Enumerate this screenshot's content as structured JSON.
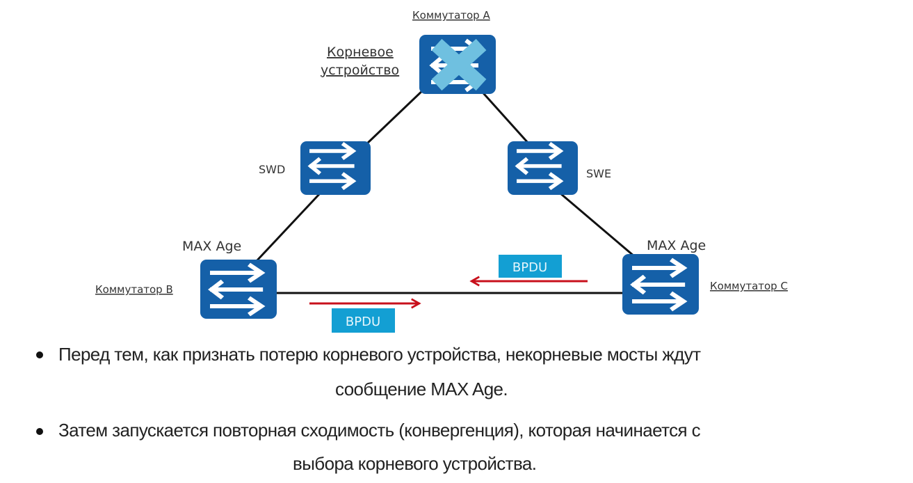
{
  "diagram": {
    "switches": {
      "a": {
        "name": "Коммутатор A",
        "role_label_line1": "Корневое",
        "role_label_line2": "устройство",
        "status": "failed",
        "icon": "switch-icon"
      },
      "swd": {
        "name": "SWD",
        "icon": "switch-icon"
      },
      "swe": {
        "name": "SWE",
        "icon": "switch-icon"
      },
      "b": {
        "name": "Коммутатор B",
        "timer_label": "MAX Age",
        "icon": "switch-icon"
      },
      "c": {
        "name": "Коммутатор C",
        "timer_label": "MAX Age",
        "icon": "switch-icon"
      }
    },
    "links": [
      {
        "from": "a",
        "to": "swd"
      },
      {
        "from": "swd",
        "to": "b"
      },
      {
        "from": "a",
        "to": "swe"
      },
      {
        "from": "swe",
        "to": "c"
      },
      {
        "from": "b",
        "to": "c"
      }
    ],
    "messages": [
      {
        "label": "BPDU",
        "direction": "b-to-c"
      },
      {
        "label": "BPDU",
        "direction": "c-to-b"
      }
    ],
    "colors": {
      "switch_fill": "#1560a8",
      "failure_cross": "#6fc0e0",
      "bpdu_box": "#139fd3",
      "bpdu_arrow": "#c8101c",
      "link": "#111111"
    }
  },
  "bullets": [
    {
      "line1": "Перед тем, как признать потерю корневого устройства, некорневые мосты ждут",
      "line2": "сообщение MAX Age."
    },
    {
      "line1": "Затем запускается повторная сходимость (конвергенция), которая начинается с",
      "line2": "выбора корневого устройства."
    }
  ]
}
